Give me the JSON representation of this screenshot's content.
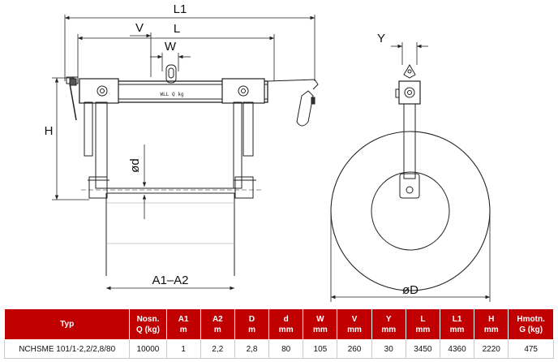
{
  "dimensions": {
    "L1": "L1",
    "L": "L",
    "V": "V",
    "W": "W",
    "H": "H",
    "d": "ød",
    "A": "A1–A2",
    "Y": "Y",
    "D": "øD"
  },
  "plate_text": "WLL Q kg",
  "table": {
    "headers": [
      {
        "line1": "Typ",
        "line2": ""
      },
      {
        "line1": "Nosn.",
        "line2": "Q (kg)"
      },
      {
        "line1": "A1",
        "line2": "m"
      },
      {
        "line1": "A2",
        "line2": "m"
      },
      {
        "line1": "D",
        "line2": "m"
      },
      {
        "line1": "d",
        "line2": "mm"
      },
      {
        "line1": "W",
        "line2": "mm"
      },
      {
        "line1": "V",
        "line2": "mm"
      },
      {
        "line1": "Y",
        "line2": "mm"
      },
      {
        "line1": "L",
        "line2": "mm"
      },
      {
        "line1": "L1",
        "line2": "mm"
      },
      {
        "line1": "H",
        "line2": "mm"
      },
      {
        "line1": "Hmotn.",
        "line2": "G (kg)"
      }
    ],
    "row": [
      "NCHSME 101/1-2,2/2,8/80",
      "10000",
      "1",
      "2,2",
      "2,8",
      "80",
      "105",
      "260",
      "30",
      "3450",
      "4360",
      "2220",
      "475"
    ]
  },
  "colors": {
    "header_bg": "#c00000",
    "header_text": "#ffffff",
    "line": "#222222"
  }
}
